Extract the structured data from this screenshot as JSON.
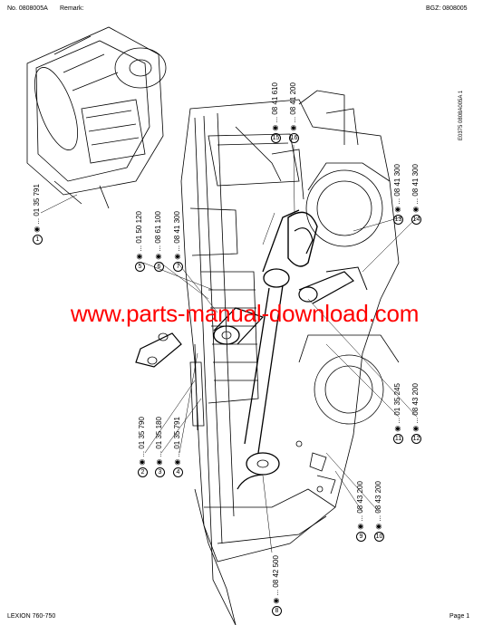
{
  "header": {
    "doc_no": "No. 0808005A",
    "remark": "Remark:",
    "bgz": "BGZ: 0808005"
  },
  "footer": {
    "model": "LEXION 760-750",
    "page": "Page 1"
  },
  "drawing_ref": "E0375 0808A005A 1",
  "watermark": "www.parts-manual-download.com",
  "callouts": [
    {
      "num": "1",
      "part": "01 35 791"
    },
    {
      "num": "2",
      "part": "01 35 790"
    },
    {
      "num": "3",
      "part": "01 35 180"
    },
    {
      "num": "4",
      "part": "01 35 791"
    },
    {
      "num": "5",
      "part": "01 50 120"
    },
    {
      "num": "6",
      "part": "08 61 100"
    },
    {
      "num": "7",
      "part": "08 41 300"
    },
    {
      "num": "8",
      "part": "08 42 500"
    },
    {
      "num": "9",
      "part": "08 43 200"
    },
    {
      "num": "10",
      "part": "08 43 200"
    },
    {
      "num": "11",
      "part": "01 35 245"
    },
    {
      "num": "12",
      "part": "08 43 200"
    },
    {
      "num": "13",
      "part": "08 41 300"
    },
    {
      "num": "14",
      "part": "08 41 300"
    },
    {
      "num": "15",
      "part": "08 41 610"
    },
    {
      "num": "16",
      "part": "08 41 200"
    }
  ]
}
